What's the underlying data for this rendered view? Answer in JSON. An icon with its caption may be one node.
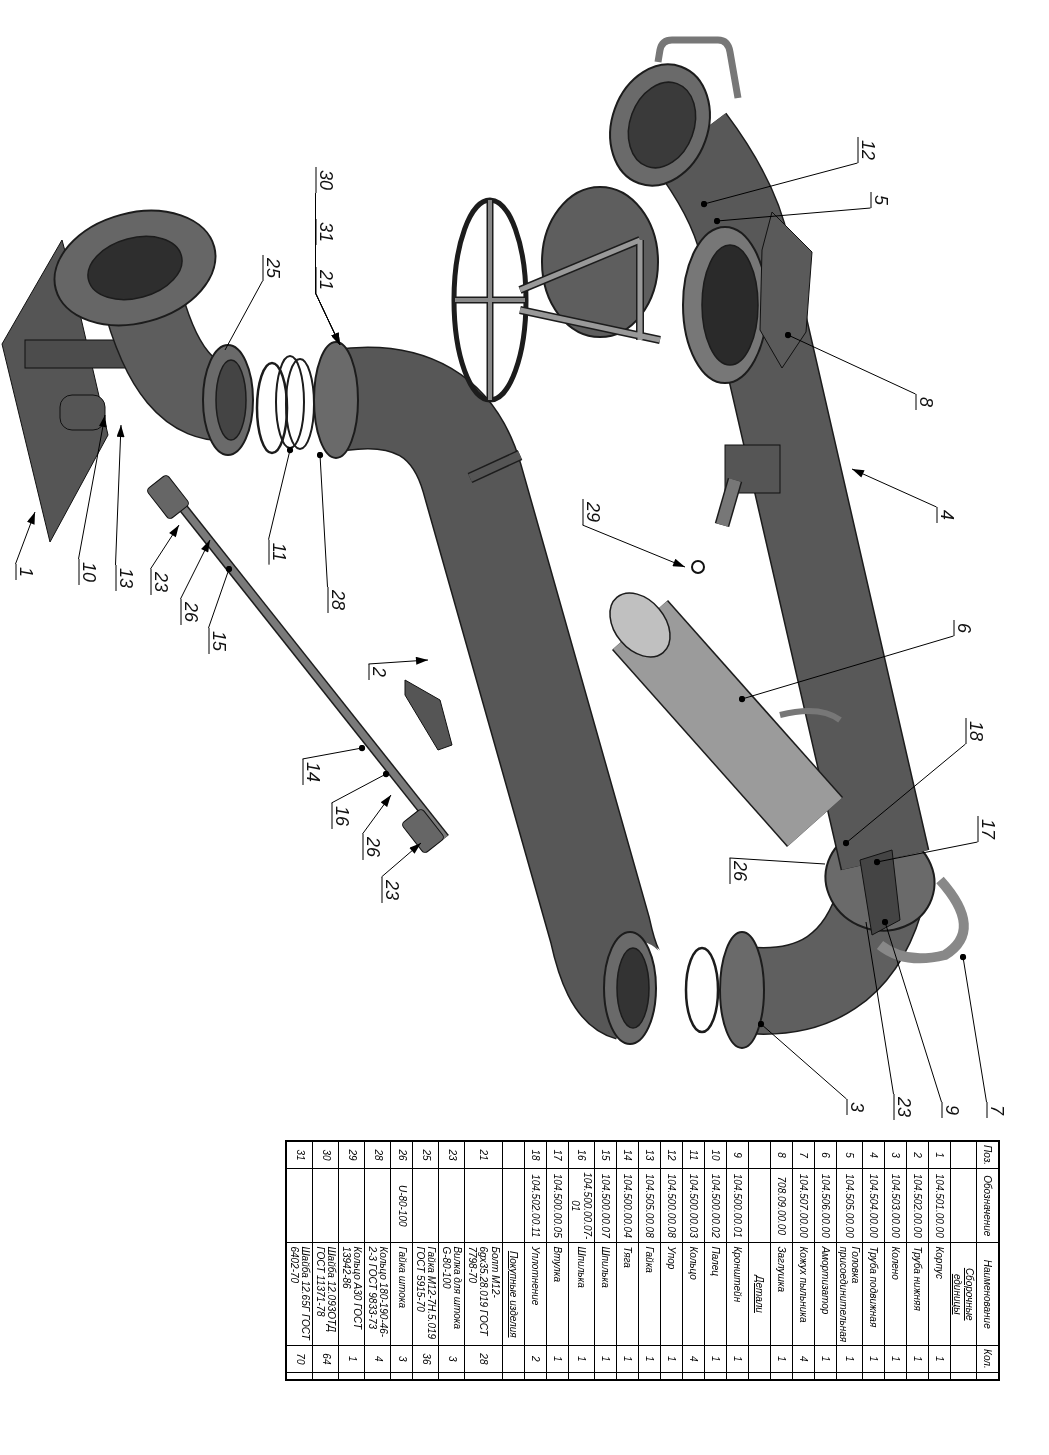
{
  "diagram": {
    "nodes": [
      {
        "text": [
          "30"
        ]
      },
      {
        "text": [
          "31"
        ]
      },
      {
        "text": [
          "21"
        ]
      },
      {
        "text": [
          "25"
        ]
      },
      {
        "text": [
          "12"
        ]
      },
      {
        "text": [
          "5"
        ]
      },
      {
        "text": [
          "8"
        ]
      },
      {
        "text": [
          "1"
        ]
      },
      {
        "text": [
          "10"
        ]
      },
      {
        "text": [
          "13"
        ]
      },
      {
        "text": [
          "11"
        ]
      },
      {
        "text": [
          "28"
        ]
      },
      {
        "text": [
          "23"
        ]
      },
      {
        "text": [
          "26"
        ]
      },
      {
        "text": [
          "15"
        ]
      },
      {
        "text": [
          "29"
        ]
      },
      {
        "text": [
          "4"
        ]
      },
      {
        "text": [
          "2"
        ]
      },
      {
        "text": [
          "6"
        ]
      },
      {
        "text": [
          "14"
        ]
      },
      {
        "text": [
          "16"
        ]
      },
      {
        "text": [
          "26"
        ]
      },
      {
        "text": [
          "23"
        ]
      },
      {
        "text": [
          "18"
        ]
      },
      {
        "text": [
          "17"
        ]
      },
      {
        "text": [
          "26"
        ]
      },
      {
        "text": [
          "3"
        ]
      },
      {
        "text": [
          "23"
        ]
      },
      {
        "text": [
          "9"
        ]
      },
      {
        "text": [
          "7"
        ]
      }
    ],
    "edges": [
      {
        "from": 0,
        "to": null,
        "arrow": "to"
      },
      {
        "from": 1,
        "to": null,
        "arrow": "to"
      },
      {
        "from": 2,
        "to": null,
        "arrow": "to"
      },
      {
        "from": 3,
        "to": null,
        "arrow": "none"
      },
      {
        "from": 4,
        "to": null,
        "arrow": "other"
      },
      {
        "from": 5,
        "to": null,
        "arrow": "other"
      },
      {
        "from": 6,
        "to": null,
        "arrow": "other"
      },
      {
        "from": 7,
        "to": null,
        "arrow": "to"
      },
      {
        "from": 8,
        "to": null,
        "arrow": "to"
      },
      {
        "from": 9,
        "to": null,
        "arrow": "to"
      },
      {
        "from": 10,
        "to": null,
        "arrow": "other"
      },
      {
        "from": 11,
        "to": null,
        "arrow": "other"
      },
      {
        "from": 12,
        "to": null,
        "arrow": "to"
      },
      {
        "from": 13,
        "to": null,
        "arrow": "to"
      },
      {
        "from": 14,
        "to": null,
        "arrow": "other"
      },
      {
        "from": 15,
        "to": null,
        "arrow": "to"
      },
      {
        "from": 16,
        "to": null,
        "arrow": "to"
      },
      {
        "from": 17,
        "to": null,
        "arrow": "to"
      },
      {
        "from": 18,
        "to": null,
        "arrow": "other"
      },
      {
        "from": 19,
        "to": null,
        "arrow": "other"
      },
      {
        "from": 20,
        "to": null,
        "arrow": "other"
      },
      {
        "from": 21,
        "to": null,
        "arrow": "to"
      },
      {
        "from": 22,
        "to": null,
        "arrow": "to"
      },
      {
        "from": 23,
        "to": null,
        "arrow": "other"
      },
      {
        "from": 24,
        "to": null,
        "arrow": "other"
      },
      {
        "from": 25,
        "to": null,
        "arrow": "none"
      },
      {
        "from": 26,
        "to": null,
        "arrow": "other"
      },
      {
        "from": 27,
        "to": null,
        "arrow": "none"
      },
      {
        "from": 28,
        "to": null,
        "arrow": "other"
      },
      {
        "from": 29,
        "to": null,
        "arrow": "other"
      }
    ],
    "labels": [
      "Поз.",
      "Обозначение",
      "Наименование",
      "Кол.",
      "Сборочные единицы",
      "1",
      "104.501.00.00",
      "Корпус",
      "1",
      "2",
      "104.502.00.00",
      "Труба нижняя",
      "1",
      "3",
      "104.503.00.00",
      "Колено",
      "1",
      "4",
      "104.504.00.00",
      "Труба подвижная",
      "1",
      "5",
      "104.505.00.00",
      "Головка присоединительная",
      "1",
      "6",
      "104.506.00.00",
      "Амортизатор",
      "1",
      "7",
      "104.507.00.00",
      "Кожух пыльника",
      "4",
      "8",
      "708.09.00.00",
      "Заглушка",
      "1",
      "Детали",
      "9",
      "104.500.00.01",
      "Кронштейн",
      "1",
      "10",
      "104.500.00.02",
      "Палец",
      "1",
      "11",
      "104.500.00.03",
      "Кольцо",
      "4",
      "12",
      "104.500.00.08",
      "Упор",
      "1",
      "13",
      "104.505.00.08",
      "Гайка",
      "1",
      "14",
      "104.500.00.04",
      "Тяга",
      "1",
      "15",
      "104.500.00.07",
      "Шпилька",
      "1",
      "16",
      "104.500.00.07-01",
      "Шпилька",
      "1",
      "17",
      "104.500.00.05",
      "Втулка",
      "1",
      "18",
      "104.502.00.11",
      "Уплотнение",
      "2",
      "Покупные изделия",
      "21",
      "Болт М12-6gх35.28.019 ГОСТ 7798-70",
      "28",
      "23",
      "Вилка для штока G-80-100",
      "3",
      "25",
      "Гайка М12-7Н.5.019 ГОСТ 5915-70",
      "36",
      "26",
      "U-80-100",
      "Гайка штока",
      "3",
      "28",
      "Кольцо 180-190-46-2-3 ГОСТ 9833-73",
      "4",
      "29",
      "Кольцо А30 ГОСТ 13942-86",
      "1",
      "30",
      "Шайба 12.093ОТД ГОСТ 11371-78",
      "64",
      "31",
      "Шайба 12.65Г ГОСТ 6402-70",
      "70"
    ]
  }
}
